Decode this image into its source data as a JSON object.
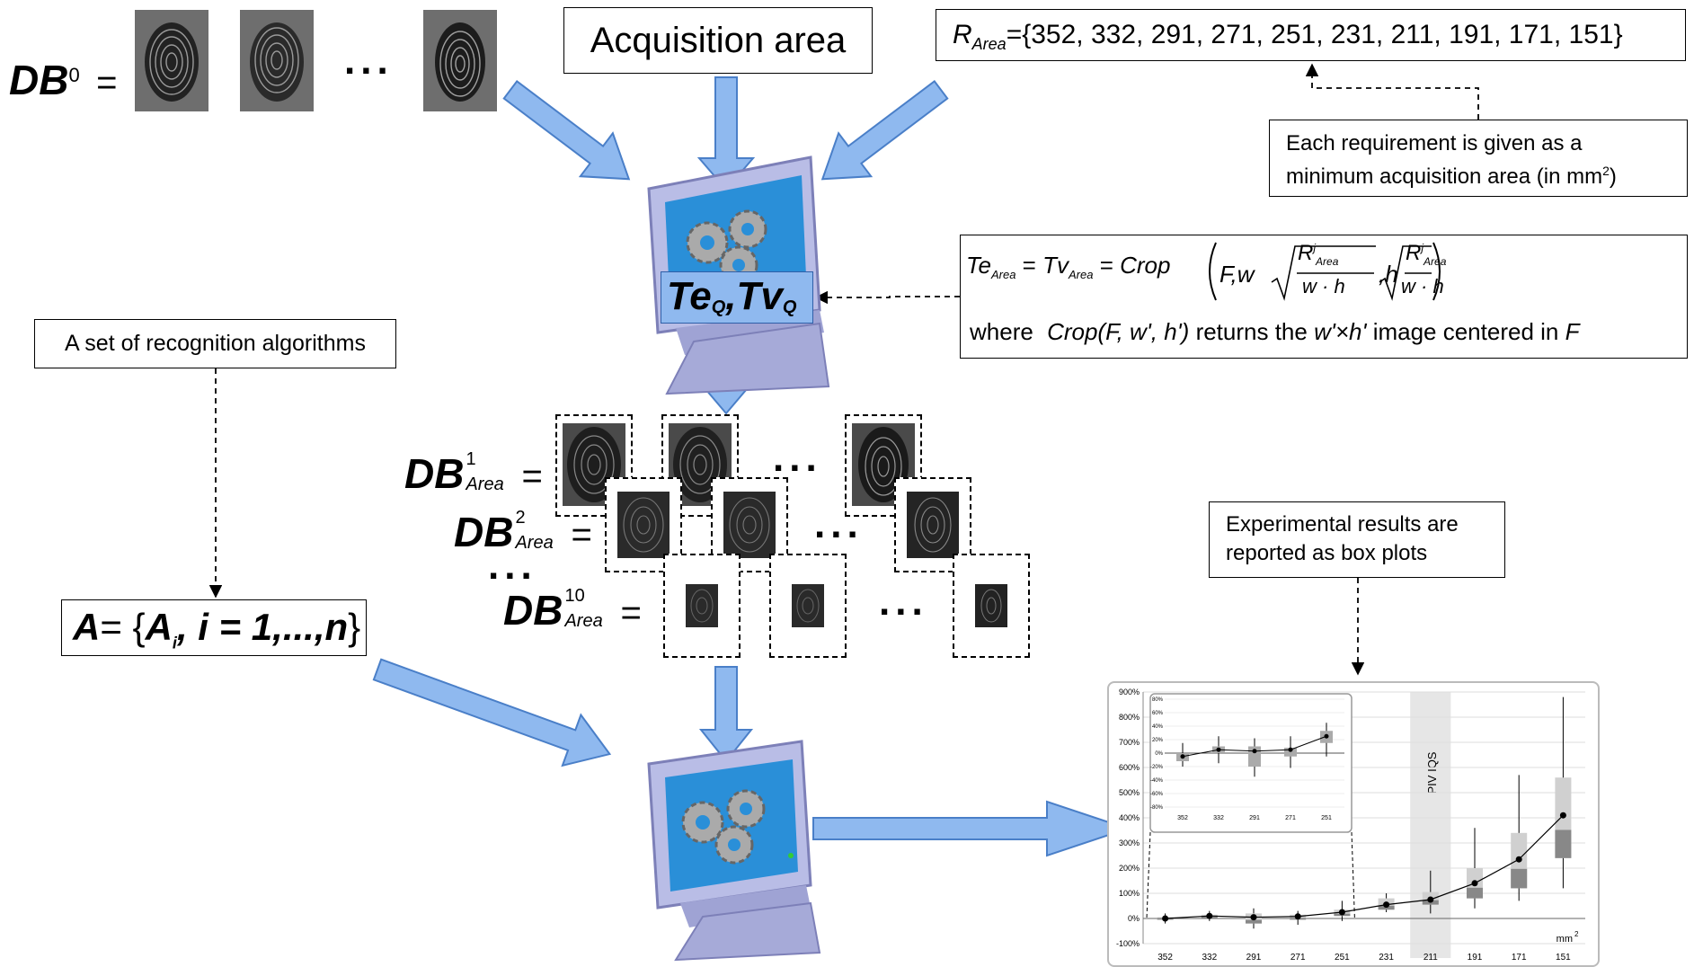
{
  "db0": {
    "base": "DB",
    "sup": "0",
    "eq": "="
  },
  "acquisition": {
    "label": "Acquisition area"
  },
  "requirements": {
    "r_symbol": "R",
    "r_sub": "Area",
    "r_values": "={352, 332, 291, 271, 251, 231, 211, 191, 171, 151}",
    "note_line1": "Each requirement is given as a",
    "note_line2": "minimum acquisition area (in mm",
    "note_sup": "2",
    "note_end": ")"
  },
  "formula": {
    "te": "Te",
    "tv": "Tv",
    "area": "Area",
    "eq": "=",
    "crop": "Crop",
    "f": "F",
    "w": "w",
    "h": "h",
    "r": "R",
    "j": "j",
    "dot": "w · h",
    "where": "where",
    "args": "(F, w', h')",
    "returns": "returns the",
    "wxh": "w'×h'",
    "image_centered": "image centered  in",
    "f_end": "F"
  },
  "teq": {
    "te": "Te",
    "tv": "Tv",
    "sub": "Q",
    "comma": ","
  },
  "algorithms": {
    "label": "A set of recognition algorithms",
    "set_a": "A",
    "set_eq": "= {",
    "set_ai": "A",
    "set_i_sub": "i",
    "set_mid": ", i = 1,...,",
    "set_n": "n",
    "set_close": "}"
  },
  "db_area": [
    {
      "base": "DB",
      "sup": "1",
      "sub": "Area",
      "eq": "="
    },
    {
      "base": "DB",
      "sup": "2",
      "sub": "Area",
      "eq": "="
    },
    {
      "base": "DB",
      "sup": "10",
      "sub": "Area",
      "eq": "="
    }
  ],
  "dots": "...",
  "results": {
    "line1": "Experimental results are",
    "line2": "reported as box plots"
  },
  "colors": {
    "arrow_fill": "#8fb9ef",
    "arrow_stroke": "#4a7fc8",
    "teq_bg": "#8fb9ef",
    "screen": "#2a8fd8"
  },
  "chart_data": {
    "type": "box",
    "categories": [
      "352",
      "332",
      "291",
      "271",
      "251",
      "231",
      "211",
      "191",
      "171",
      "151"
    ],
    "ylim": [
      -100,
      900
    ],
    "yticks": [
      "900%",
      "800%",
      "700%",
      "600%",
      "500%",
      "400%",
      "300%",
      "200%",
      "100%",
      "0%",
      "-100%"
    ],
    "unit_label": "mm",
    "unit_sup": "2",
    "band_label": "PIV IQS",
    "band_category": "211",
    "medians": [
      0,
      10,
      5,
      8,
      25,
      55,
      75,
      140,
      235,
      410
    ],
    "box_low": [
      -5,
      0,
      -20,
      -5,
      10,
      35,
      55,
      80,
      120,
      240
    ],
    "box_high": [
      5,
      15,
      20,
      15,
      35,
      80,
      105,
      200,
      340,
      560
    ],
    "whisker_low": [
      -20,
      -10,
      -40,
      -25,
      -10,
      25,
      20,
      40,
      70,
      120
    ],
    "whisker_high": [
      20,
      30,
      40,
      30,
      70,
      100,
      190,
      360,
      570,
      880
    ],
    "inset": {
      "categories": [
        "352",
        "332",
        "291",
        "271",
        "251"
      ],
      "yticks": [
        "80%",
        "60%",
        "40%",
        "20%",
        "0%",
        "-20%",
        "-40%",
        "-60%",
        "-80%"
      ],
      "ylim": [
        -80,
        80
      ],
      "medians": [
        -5,
        5,
        3,
        5,
        25
      ],
      "box_low": [
        -12,
        0,
        -20,
        -5,
        15
      ],
      "box_high": [
        0,
        10,
        10,
        8,
        33
      ],
      "whisker_low": [
        -20,
        -15,
        -35,
        -22,
        -5
      ],
      "whisker_high": [
        15,
        25,
        22,
        25,
        45
      ]
    }
  }
}
